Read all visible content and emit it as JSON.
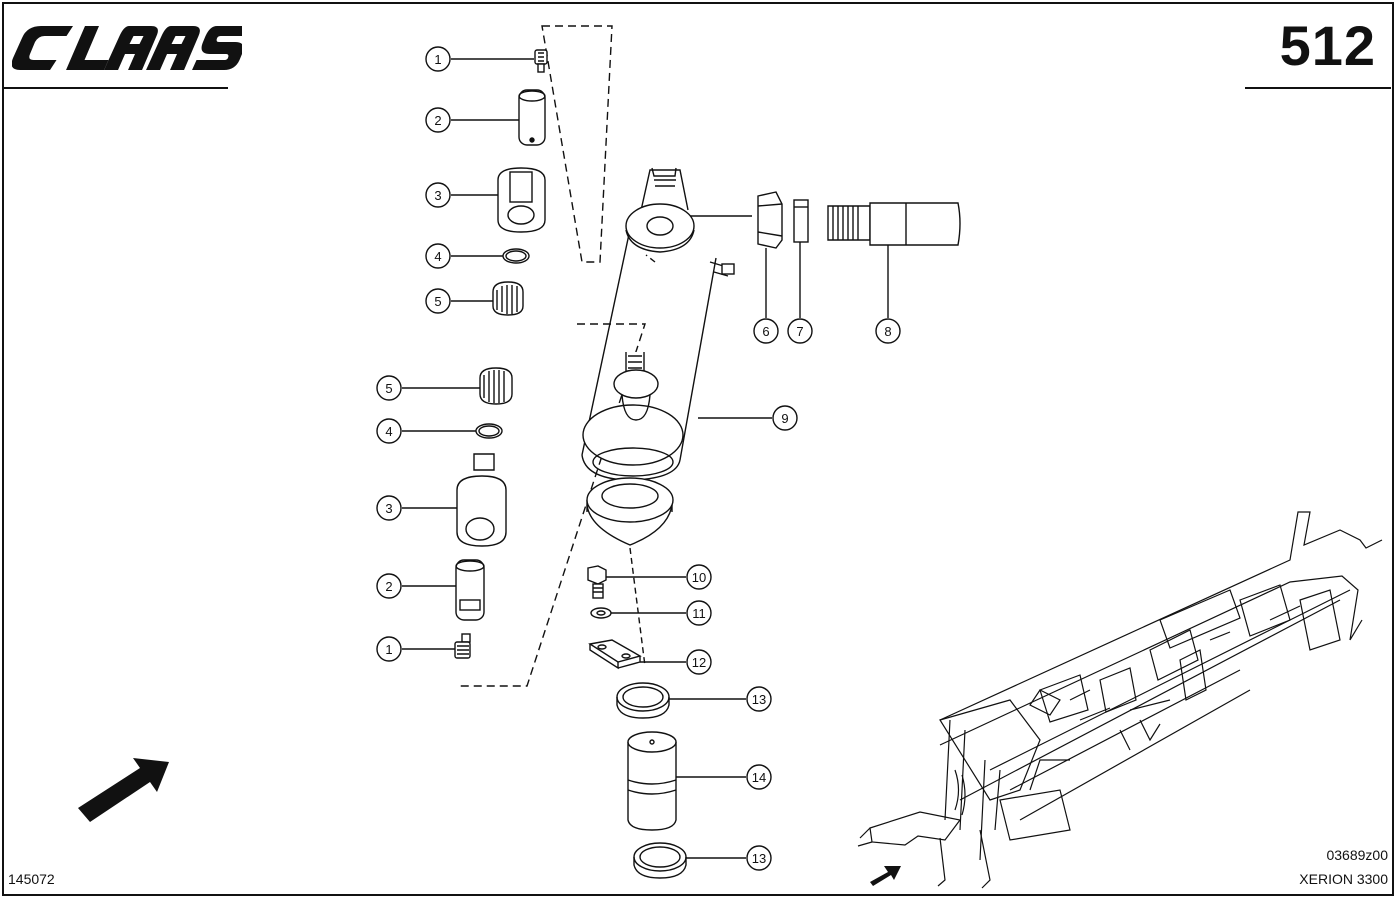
{
  "header": {
    "brand": "CLAAS",
    "page_number": "512"
  },
  "footer": {
    "doc_number": "145072",
    "drawing_id": "03689z00",
    "model": "XERION 3300"
  },
  "callouts": [
    {
      "id": "c1a",
      "label": "1"
    },
    {
      "id": "c2a",
      "label": "2"
    },
    {
      "id": "c3a",
      "label": "3"
    },
    {
      "id": "c4a",
      "label": "4"
    },
    {
      "id": "c5a",
      "label": "5"
    },
    {
      "id": "c5b",
      "label": "5"
    },
    {
      "id": "c4b",
      "label": "4"
    },
    {
      "id": "c3b",
      "label": "3"
    },
    {
      "id": "c2b",
      "label": "2"
    },
    {
      "id": "c1b",
      "label": "1"
    },
    {
      "id": "c6",
      "label": "6"
    },
    {
      "id": "c7",
      "label": "7"
    },
    {
      "id": "c8",
      "label": "8"
    },
    {
      "id": "c9",
      "label": "9"
    },
    {
      "id": "c10",
      "label": "10"
    },
    {
      "id": "c11",
      "label": "11"
    },
    {
      "id": "c12",
      "label": "12"
    },
    {
      "id": "c13a",
      "label": "13"
    },
    {
      "id": "c14",
      "label": "14"
    },
    {
      "id": "c13b",
      "label": "13"
    }
  ],
  "icons": {
    "direction_arrow": "direction-arrow-icon",
    "frame_arrow": "frame-arrow-icon"
  }
}
